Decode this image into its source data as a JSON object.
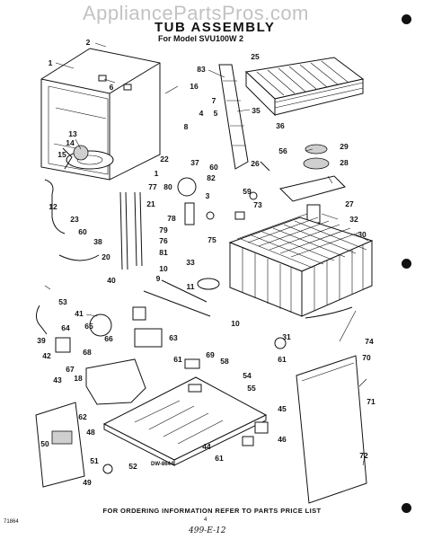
{
  "header": {
    "watermark": "AppliancePartsPros.com",
    "title": "TUB ASSEMBLY",
    "subtitle": "For Model SVU100W 2"
  },
  "footer": {
    "drawing_no": "DW-8644",
    "order_note": "FOR ORDERING INFORMATION REFER TO PARTS PRICE LIST",
    "doc_code": "71864",
    "page_no": "4",
    "handwritten": "499-E-12"
  },
  "callouts": [
    {
      "id": "c2",
      "label": "2"
    },
    {
      "id": "c1",
      "label": "1"
    },
    {
      "id": "c6",
      "label": "6"
    },
    {
      "id": "c83",
      "label": "83"
    },
    {
      "id": "c25",
      "label": "25"
    },
    {
      "id": "c16",
      "label": "16"
    },
    {
      "id": "c7",
      "label": "7"
    },
    {
      "id": "c4",
      "label": "4"
    },
    {
      "id": "c5",
      "label": "5"
    },
    {
      "id": "c8",
      "label": "8"
    },
    {
      "id": "c35",
      "label": "35"
    },
    {
      "id": "c36",
      "label": "36"
    },
    {
      "id": "c13",
      "label": "13"
    },
    {
      "id": "c14",
      "label": "14"
    },
    {
      "id": "c15",
      "label": "15"
    },
    {
      "id": "c56",
      "label": "56"
    },
    {
      "id": "c29",
      "label": "29"
    },
    {
      "id": "c28",
      "label": "28"
    },
    {
      "id": "c22",
      "label": "22"
    },
    {
      "id": "c37",
      "label": "37"
    },
    {
      "id": "c60a",
      "label": "60"
    },
    {
      "id": "c26",
      "label": "26"
    },
    {
      "id": "c82",
      "label": "82"
    },
    {
      "id": "c1b",
      "label": "1"
    },
    {
      "id": "c77",
      "label": "77"
    },
    {
      "id": "c80",
      "label": "80"
    },
    {
      "id": "c59",
      "label": "59"
    },
    {
      "id": "c27",
      "label": "27"
    },
    {
      "id": "c12",
      "label": "12"
    },
    {
      "id": "c3",
      "label": "3"
    },
    {
      "id": "c21",
      "label": "21"
    },
    {
      "id": "c73",
      "label": "73"
    },
    {
      "id": "c78",
      "label": "78"
    },
    {
      "id": "c23",
      "label": "23"
    },
    {
      "id": "c32",
      "label": "32"
    },
    {
      "id": "c60b",
      "label": "60"
    },
    {
      "id": "c79",
      "label": "79"
    },
    {
      "id": "c76",
      "label": "76"
    },
    {
      "id": "c75",
      "label": "75"
    },
    {
      "id": "c30",
      "label": "30"
    },
    {
      "id": "c38",
      "label": "38"
    },
    {
      "id": "c81",
      "label": "81"
    },
    {
      "id": "c20",
      "label": "20"
    },
    {
      "id": "c33",
      "label": "33"
    },
    {
      "id": "c10a",
      "label": "10"
    },
    {
      "id": "c40",
      "label": "40"
    },
    {
      "id": "c9",
      "label": "9"
    },
    {
      "id": "c11",
      "label": "11"
    },
    {
      "id": "c53",
      "label": "53"
    },
    {
      "id": "c41",
      "label": "41"
    },
    {
      "id": "c65",
      "label": "65"
    },
    {
      "id": "c10b",
      "label": "10"
    },
    {
      "id": "c64",
      "label": "64"
    },
    {
      "id": "c66",
      "label": "66"
    },
    {
      "id": "c31",
      "label": "31"
    },
    {
      "id": "c74",
      "label": "74"
    },
    {
      "id": "c39",
      "label": "39"
    },
    {
      "id": "c68",
      "label": "68"
    },
    {
      "id": "c63",
      "label": "63"
    },
    {
      "id": "c42",
      "label": "42"
    },
    {
      "id": "c61a",
      "label": "61"
    },
    {
      "id": "c69",
      "label": "69"
    },
    {
      "id": "c58",
      "label": "58"
    },
    {
      "id": "c61b",
      "label": "61"
    },
    {
      "id": "c70",
      "label": "70"
    },
    {
      "id": "c67",
      "label": "67"
    },
    {
      "id": "c43",
      "label": "43"
    },
    {
      "id": "c18",
      "label": "18"
    },
    {
      "id": "c54",
      "label": "54"
    },
    {
      "id": "c55",
      "label": "55"
    },
    {
      "id": "c71",
      "label": "71"
    },
    {
      "id": "c62",
      "label": "62"
    },
    {
      "id": "c45",
      "label": "45"
    },
    {
      "id": "c46",
      "label": "46"
    },
    {
      "id": "c50",
      "label": "50"
    },
    {
      "id": "c48",
      "label": "48"
    },
    {
      "id": "c44",
      "label": "44"
    },
    {
      "id": "c72",
      "label": "72"
    },
    {
      "id": "c51",
      "label": "51"
    },
    {
      "id": "c61c",
      "label": "61"
    },
    {
      "id": "c52",
      "label": "52"
    },
    {
      "id": "c49",
      "label": "49"
    }
  ]
}
